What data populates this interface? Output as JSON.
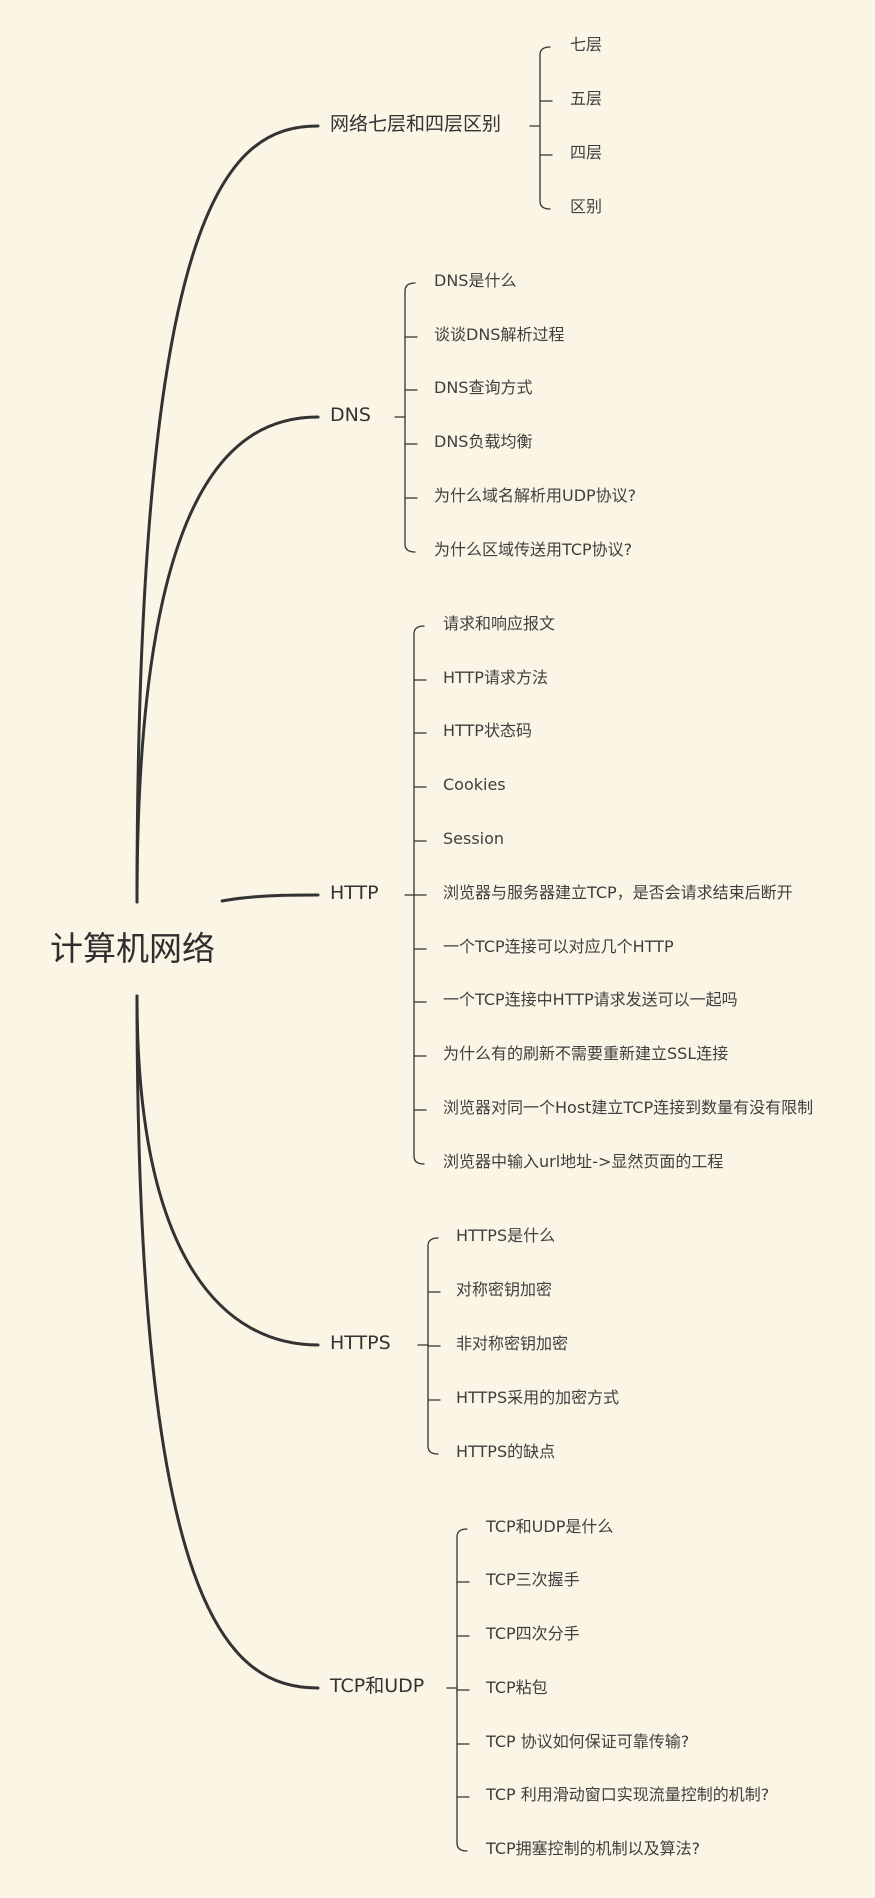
{
  "root": {
    "title": "计算机网络"
  },
  "branches": [
    {
      "label": "网络七层和四层区别",
      "children": [
        "七层",
        "五层",
        "四层",
        "区别"
      ]
    },
    {
      "label": "DNS",
      "children": [
        "DNS是什么",
        "谈谈DNS解析过程",
        "DNS查询方式",
        "DNS负载均衡",
        "为什么域名解析用UDP协议?",
        "为什么区域传送用TCP协议?"
      ]
    },
    {
      "label": "HTTP",
      "children": [
        "请求和响应报文",
        "HTTP请求方法",
        "HTTP状态码",
        "Cookies",
        "Session",
        "浏览器与服务器建立TCP，是否会请求结束后断开",
        "一个TCP连接可以对应几个HTTP",
        "一个TCP连接中HTTP请求发送可以一起吗",
        "为什么有的刷新不需要重新建立SSL连接",
        "浏览器对同一个Host建立TCP连接到数量有没有限制",
        "浏览器中输入url地址->显然页面的工程"
      ]
    },
    {
      "label": "HTTPS",
      "children": [
        "HTTPS是什么",
        "对称密钥加密",
        "非对称密钥加密",
        "HTTPS采用的加密方式",
        "HTTPS的缺点"
      ]
    },
    {
      "label": "TCP和UDP",
      "children": [
        "TCP和UDP是什么",
        "TCP三次握手",
        "TCP四次分手",
        "TCP粘包",
        "TCP 协议如何保证可靠传输?",
        "TCP 利用滑动窗口实现流量控制的机制?",
        "TCP拥塞控制的机制以及算法?"
      ]
    }
  ],
  "colors": {
    "background": "#fbf5e5",
    "line": "#333333",
    "text": "#3a3a3a"
  }
}
